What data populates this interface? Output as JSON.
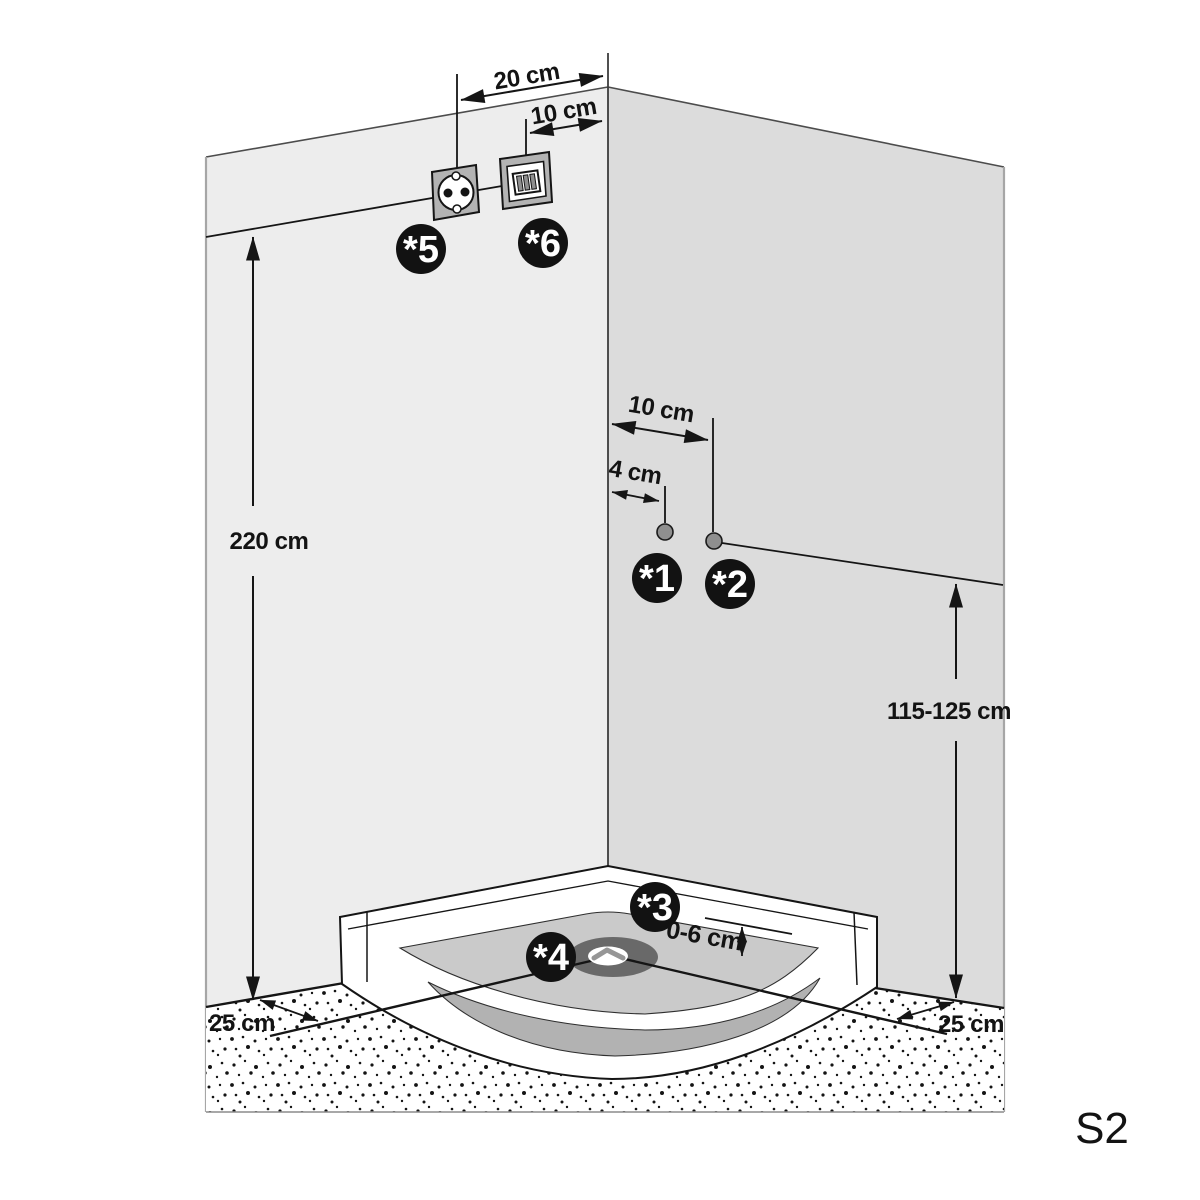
{
  "diagram": {
    "code": "S2",
    "dims": {
      "socket_from_corner": "20 cm",
      "switch_from_corner": "10 cm",
      "outlet_height": "220 cm",
      "conn2_from_corner": "10 cm",
      "conn1_from_corner": "4 cm",
      "connection_height": "115-125 cm",
      "tray_height_adjust": "0-6 cm",
      "drain_from_left_wall": "25 cm",
      "drain_from_right_wall": "25 cm"
    },
    "callouts": {
      "c1": "*1",
      "c2": "*2",
      "c3": "*3",
      "c4": "*4",
      "c5": "*5",
      "c6": "*6"
    },
    "colors": {
      "left_wall": "#ededed",
      "right_wall": "#dcdcdc",
      "basin": "#cacaca",
      "basin_shadow": "#b2b2b2",
      "drain": "#696969",
      "plate_gray": "#b3b3b3",
      "callout_bg": "#121212",
      "connector_dot": "#8f8f8f",
      "accent": "#e62025",
      "line": "#151515"
    }
  }
}
